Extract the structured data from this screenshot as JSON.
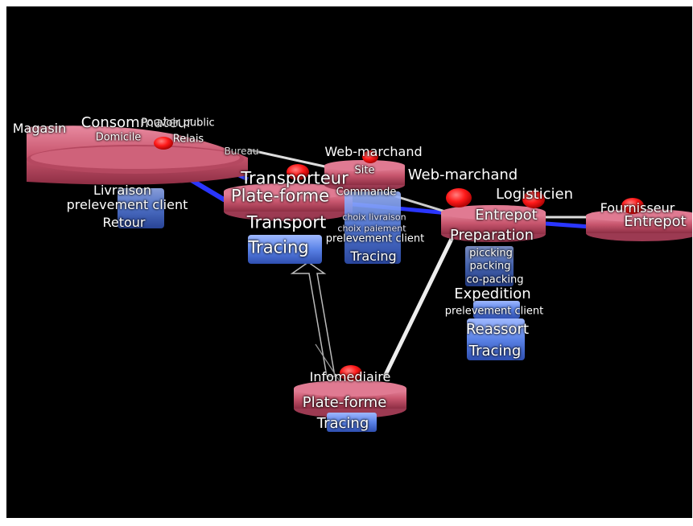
{
  "colors": {
    "background": "#000000",
    "platform": "#c8566e",
    "platform_light": "#e07a92",
    "node_red": "#ff1a1a",
    "block_blue": "#5a82e6",
    "edge_blue": "#2a36ff",
    "edge_white": "#eeeeee"
  },
  "nodes": {
    "magasin": "Magasin",
    "consommateur": "Consommateur",
    "pouvoir_public": "Pouvoir public",
    "domicile": "Domicile",
    "relais": "Relais",
    "bureau": "Bureau",
    "livraison": "Livraison",
    "prelevement_client_1": "prelevement client",
    "retour": "Retour",
    "transporteur": "Transporteur",
    "plateforme_1": "Plate-forme",
    "transport": "Transport",
    "tracing_1": "Tracing",
    "web_marchand_1": "Web-marchand",
    "site": "Site",
    "commande": "Commande",
    "choix_livraison": "choix livraison",
    "choix_paiement": "choix paiement",
    "prelevement_client_2": "prelevement client",
    "tracing_2": "Tracing",
    "web_marchand_2": "Web-marchand",
    "logisticien": "Logisticien",
    "entrepot_1": "Entrepot",
    "preparation": "Preparation",
    "piccking": "piccking",
    "packing": "packing",
    "co_packing": "co-packing",
    "expedition": "Expedition",
    "prelevement_client_3": "prelevement client",
    "reassort": "Reassort",
    "tracing_3": "Tracing",
    "fournisseur": "Fournisseur",
    "entrepot_2": "Entrepot",
    "infomediaire": "Infomediaire",
    "plateforme_2": "Plate-forme",
    "tracing_4": "Tracing"
  }
}
